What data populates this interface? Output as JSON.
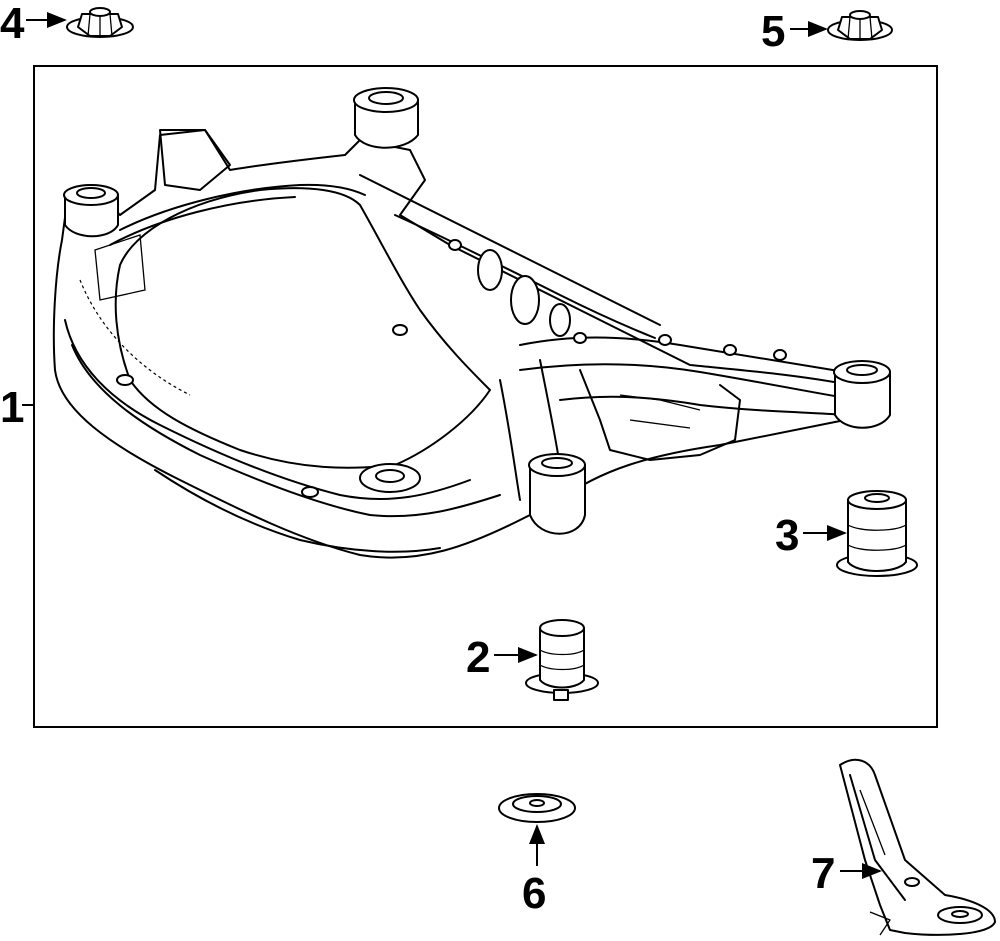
{
  "callouts": [
    {
      "id": "1",
      "label": "1"
    },
    {
      "id": "2",
      "label": "2"
    },
    {
      "id": "3",
      "label": "3"
    },
    {
      "id": "4",
      "label": "4"
    },
    {
      "id": "5",
      "label": "5"
    },
    {
      "id": "6",
      "label": "6"
    },
    {
      "id": "7",
      "label": "7"
    }
  ],
  "colors": {
    "line": "#000000",
    "background": "#ffffff"
  },
  "parts": [
    {
      "callout": "1",
      "icon": "crossmember-frame-icon"
    },
    {
      "callout": "2",
      "icon": "bushing-icon"
    },
    {
      "callout": "3",
      "icon": "bushing-icon"
    },
    {
      "callout": "4",
      "icon": "nut-icon"
    },
    {
      "callout": "5",
      "icon": "nut-icon"
    },
    {
      "callout": "6",
      "icon": "washer-icon"
    },
    {
      "callout": "7",
      "icon": "bracket-icon"
    }
  ]
}
